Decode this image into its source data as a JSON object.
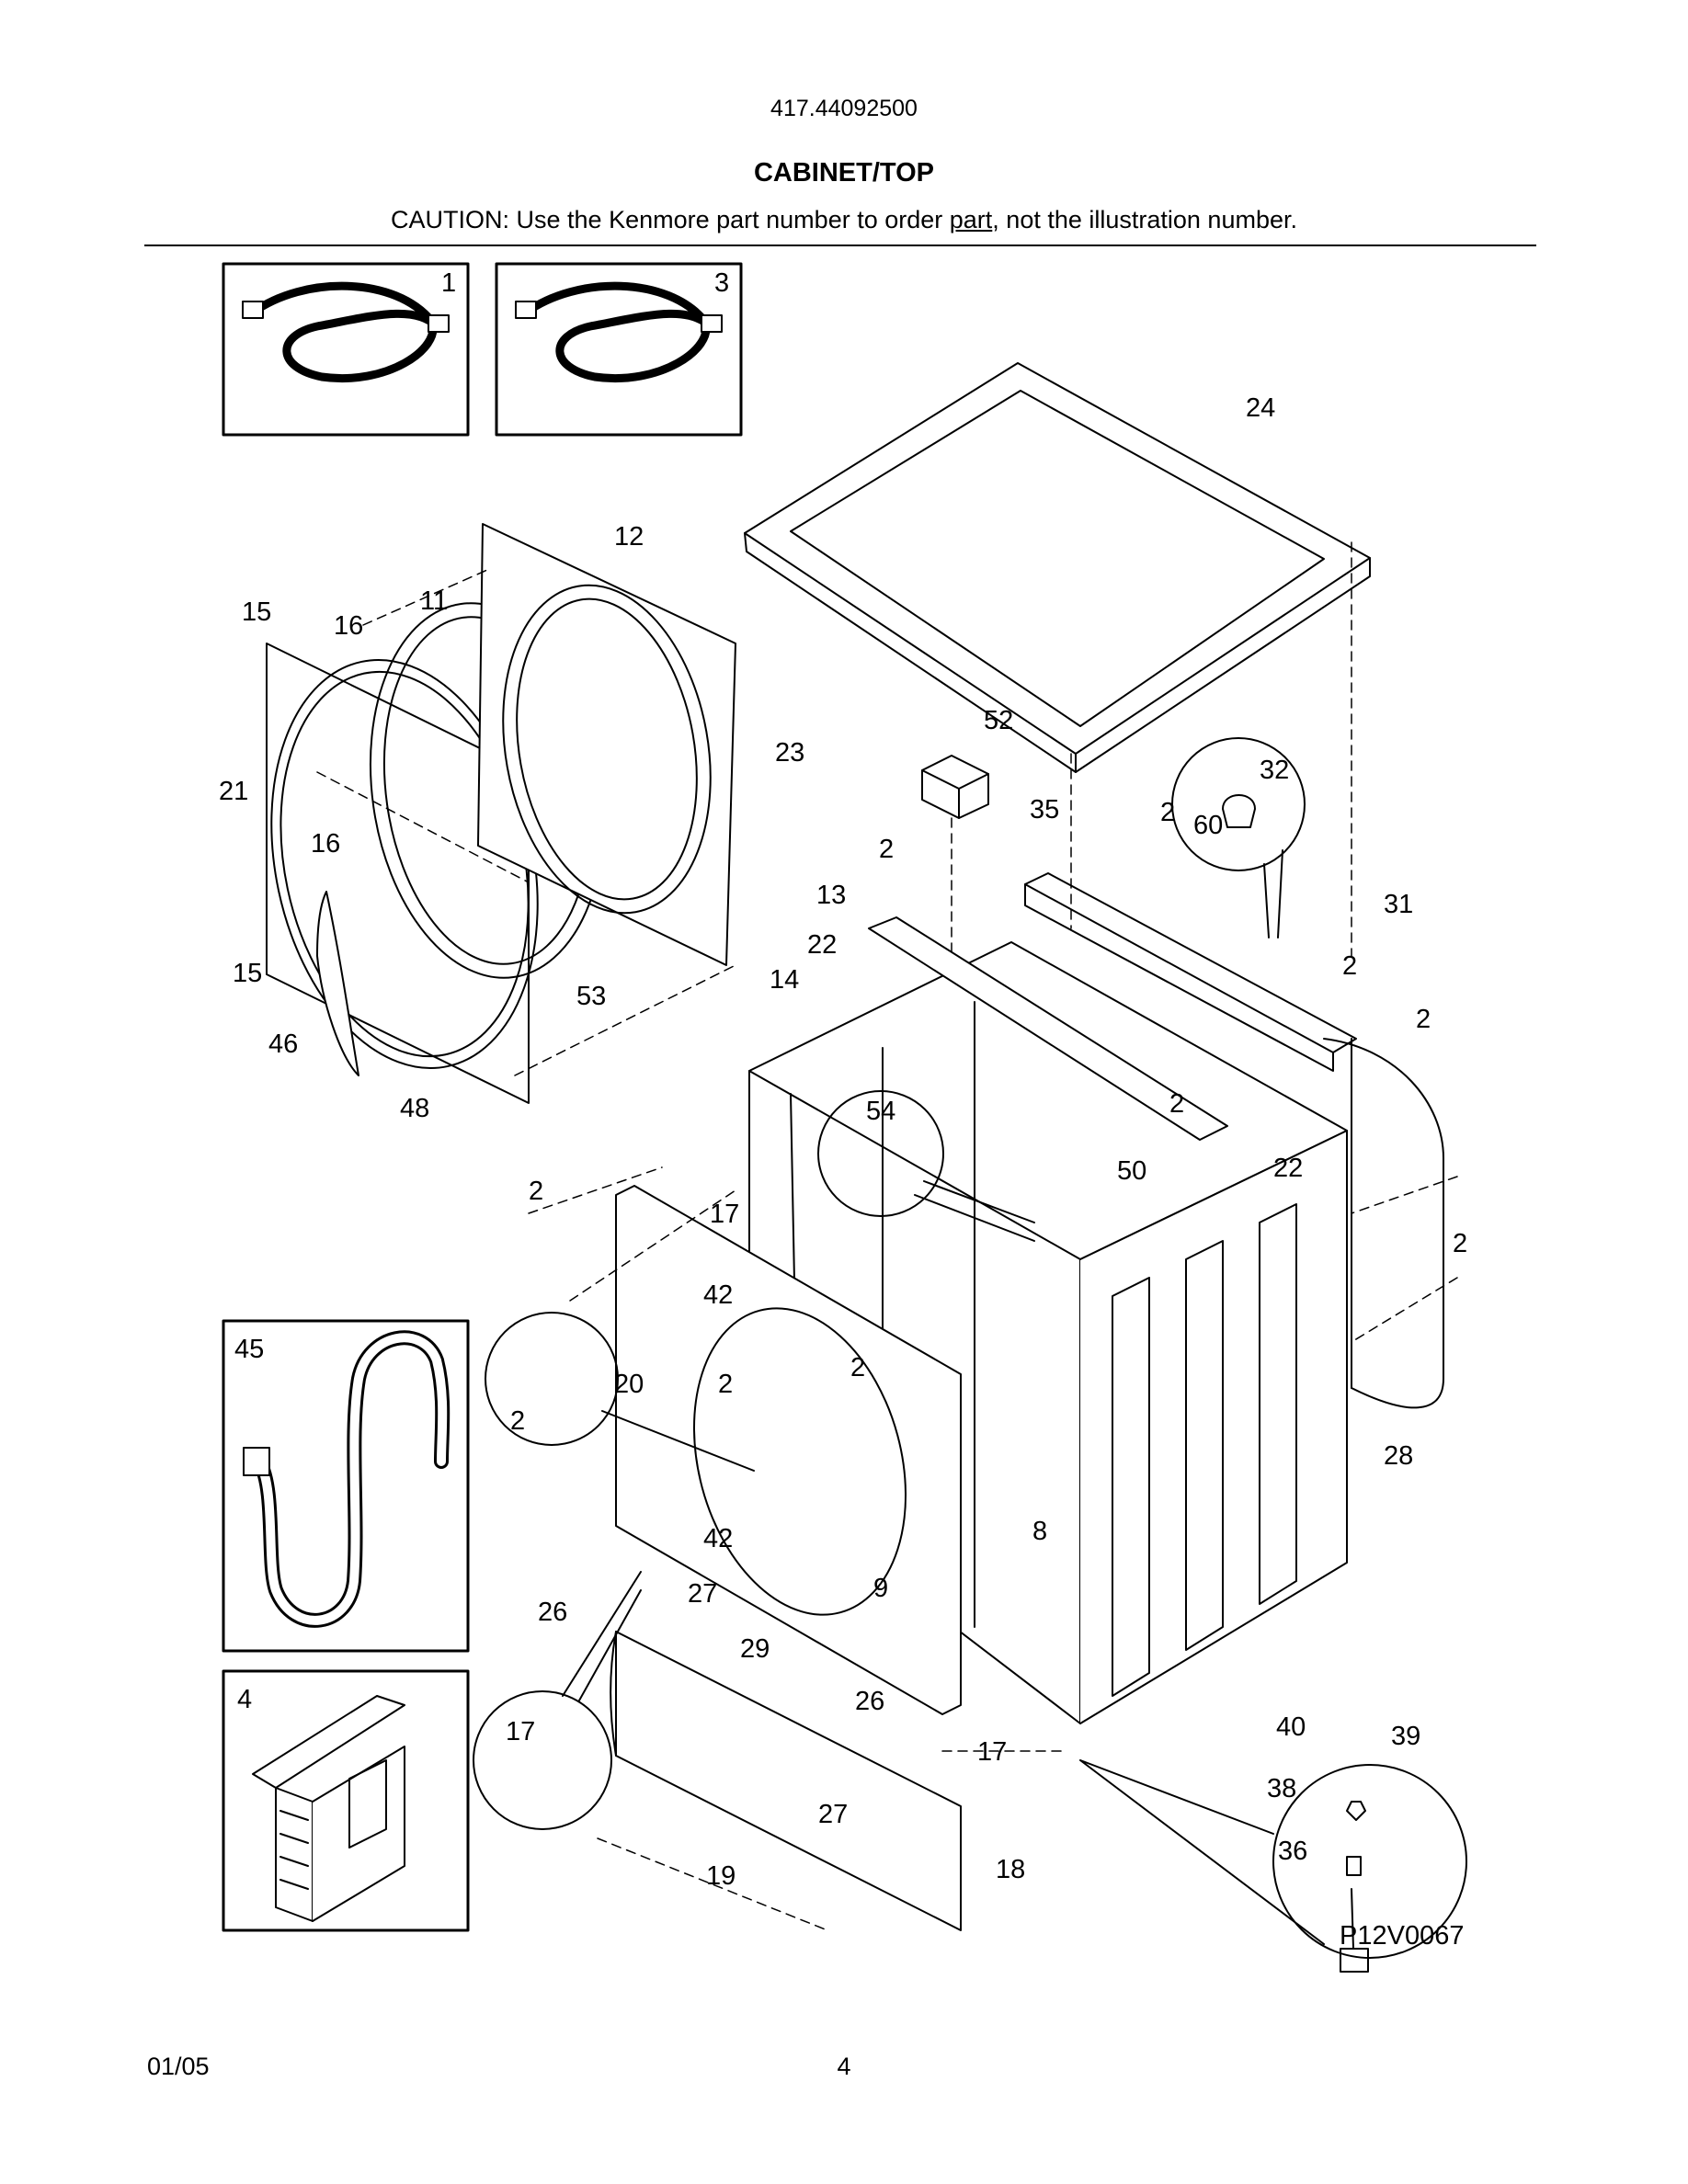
{
  "header": {
    "model_number": "417.44092500",
    "section_title": "CABINET/TOP",
    "caution_prefix": "CAUTION: Use the Kenmore part number to order ",
    "caution_underlined": "part",
    "caution_suffix": ", not the illustration number."
  },
  "diagram": {
    "figure_code": "P12V0067",
    "callouts": [
      "1",
      "3",
      "24",
      "12",
      "11",
      "15",
      "16",
      "21",
      "23",
      "52",
      "32",
      "35",
      "2",
      "60",
      "13",
      "22",
      "14",
      "31",
      "53",
      "46",
      "48",
      "54",
      "50",
      "17",
      "42",
      "20",
      "45",
      "28",
      "26",
      "27",
      "29",
      "8",
      "9",
      "4",
      "40",
      "39",
      "38",
      "36",
      "18",
      "19"
    ]
  },
  "footer": {
    "date": "01/05",
    "page_number": "4"
  }
}
